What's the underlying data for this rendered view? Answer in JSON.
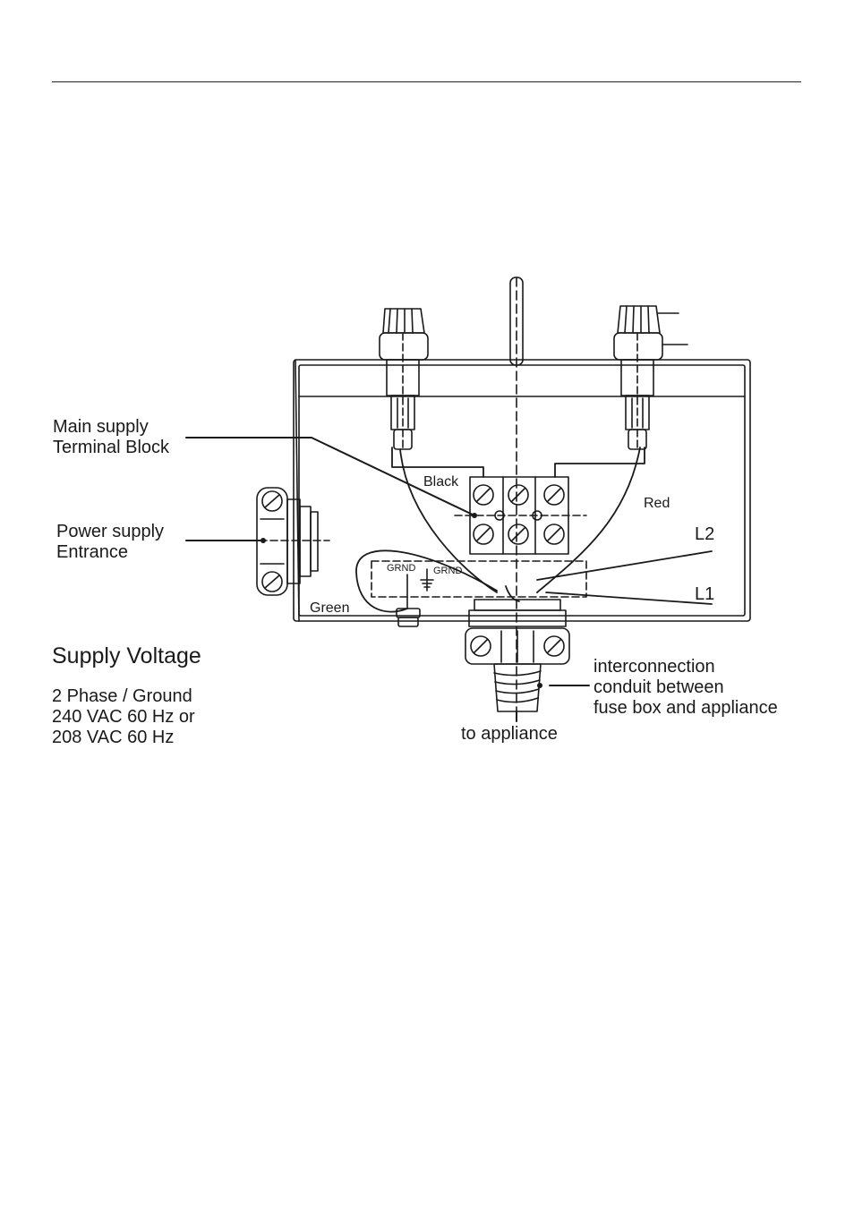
{
  "labels": {
    "main_supply_line1": "Main supply",
    "main_supply_line2": "Terminal Block",
    "power_supply_line1": "Power supply",
    "power_supply_line2": "Entrance",
    "black": "Black",
    "red": "Red",
    "l2": "L2",
    "l1": "L1",
    "grnd1": "GRND",
    "grnd2": "GRND",
    "green": "Green",
    "interconnection_line1": "interconnection",
    "interconnection_line2": "conduit between",
    "interconnection_line3": "fuse box and appliance",
    "to_appliance": "to appliance"
  },
  "supply": {
    "heading": "Supply Voltage",
    "line1": "2 Phase / Ground",
    "line2": "240 VAC 60 Hz or",
    "line3": "208 VAC 60 Hz"
  }
}
